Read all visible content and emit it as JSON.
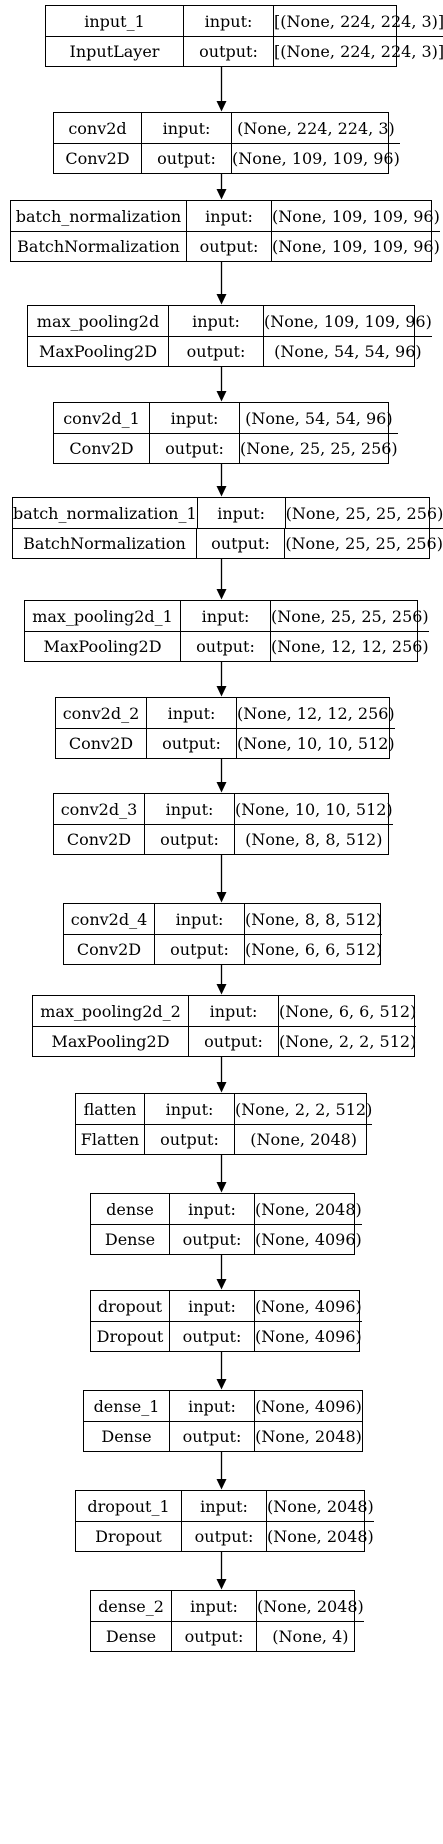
{
  "nodes": [
    {
      "name": "input_1",
      "type": "InputLayer",
      "in_label": "input:",
      "out_label": "output:",
      "input_shape": "[(None, 224, 224, 3)]",
      "output_shape": "[(None, 224, 224, 3)]"
    },
    {
      "name": "conv2d",
      "type": "Conv2D",
      "in_label": "input:",
      "out_label": "output:",
      "input_shape": "(None, 224, 224, 3)",
      "output_shape": "(None, 109, 109, 96)"
    },
    {
      "name": "batch_normalization",
      "type": "BatchNormalization",
      "in_label": "input:",
      "out_label": "output:",
      "input_shape": "(None, 109, 109, 96)",
      "output_shape": "(None, 109, 109, 96)"
    },
    {
      "name": "max_pooling2d",
      "type": "MaxPooling2D",
      "in_label": "input:",
      "out_label": "output:",
      "input_shape": "(None, 109, 109, 96)",
      "output_shape": "(None, 54, 54, 96)"
    },
    {
      "name": "conv2d_1",
      "type": "Conv2D",
      "in_label": "input:",
      "out_label": "output:",
      "input_shape": "(None, 54, 54, 96)",
      "output_shape": "(None, 25, 25, 256)"
    },
    {
      "name": "batch_normalization_1",
      "type": "BatchNormalization",
      "in_label": "input:",
      "out_label": "output:",
      "input_shape": "(None, 25, 25, 256)",
      "output_shape": "(None, 25, 25, 256)"
    },
    {
      "name": "max_pooling2d_1",
      "type": "MaxPooling2D",
      "in_label": "input:",
      "out_label": "output:",
      "input_shape": "(None, 25, 25, 256)",
      "output_shape": "(None, 12, 12, 256)"
    },
    {
      "name": "conv2d_2",
      "type": "Conv2D",
      "in_label": "input:",
      "out_label": "output:",
      "input_shape": "(None, 12, 12, 256)",
      "output_shape": "(None, 10, 10, 512)"
    },
    {
      "name": "conv2d_3",
      "type": "Conv2D",
      "in_label": "input:",
      "out_label": "output:",
      "input_shape": "(None, 10, 10, 512)",
      "output_shape": "(None, 8, 8, 512)"
    },
    {
      "name": "conv2d_4",
      "type": "Conv2D",
      "in_label": "input:",
      "out_label": "output:",
      "input_shape": "(None, 8, 8, 512)",
      "output_shape": "(None, 6, 6, 512)"
    },
    {
      "name": "max_pooling2d_2",
      "type": "MaxPooling2D",
      "in_label": "input:",
      "out_label": "output:",
      "input_shape": "(None, 6, 6, 512)",
      "output_shape": "(None, 2, 2, 512)"
    },
    {
      "name": "flatten",
      "type": "Flatten",
      "in_label": "input:",
      "out_label": "output:",
      "input_shape": "(None, 2, 2, 512)",
      "output_shape": "(None, 2048)"
    },
    {
      "name": "dense",
      "type": "Dense",
      "in_label": "input:",
      "out_label": "output:",
      "input_shape": "(None, 2048)",
      "output_shape": "(None, 4096)"
    },
    {
      "name": "dropout",
      "type": "Dropout",
      "in_label": "input:",
      "out_label": "output:",
      "input_shape": "(None, 4096)",
      "output_shape": "(None, 4096)"
    },
    {
      "name": "dense_1",
      "type": "Dense",
      "in_label": "input:",
      "out_label": "output:",
      "input_shape": "(None, 4096)",
      "output_shape": "(None, 2048)"
    },
    {
      "name": "dropout_1",
      "type": "Dropout",
      "in_label": "input:",
      "out_label": "output:",
      "input_shape": "(None, 2048)",
      "output_shape": "(None, 2048)"
    },
    {
      "name": "dense_2",
      "type": "Dense",
      "in_label": "input:",
      "out_label": "output:",
      "input_shape": "(None, 2048)",
      "output_shape": "(None, 4)"
    }
  ]
}
